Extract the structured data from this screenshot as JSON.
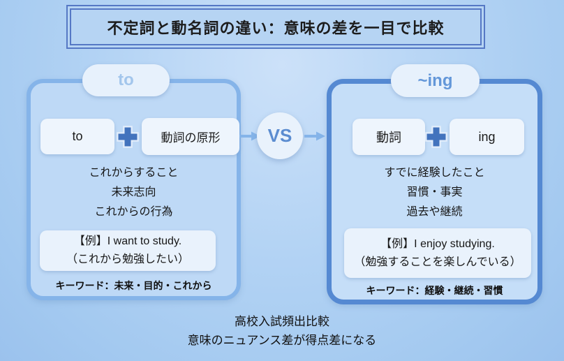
{
  "title": "不定詞と動名詞の違い：意味の差を一目で比較",
  "vs_label": "VS",
  "left_panel": {
    "tab": "to",
    "formula": {
      "part1": "to",
      "part2": "動詞の原形"
    },
    "description_lines": [
      "これからすること",
      "未来志向",
      "これからの行為"
    ],
    "example_lines": [
      "【例】I want to study.",
      "（これから勉強したい）"
    ],
    "keywords": "キーワード：未来・目的・これから"
  },
  "right_panel": {
    "tab": "~ing",
    "formula": {
      "part1": "動詞",
      "part2": "ing"
    },
    "description_lines": [
      "すでに経験したこと",
      "習慣・事実",
      "過去や継続"
    ],
    "example_lines": [
      "【例】I enjoy studying.",
      "（勉強することを楽しんでいる）"
    ],
    "keywords": "キーワード：経験・継続・習慣"
  },
  "footer_lines": [
    "高校入試頻出比較",
    "意味のニュアンス差が得点差になる"
  ],
  "colors": {
    "background": "#aecff3",
    "title_border": "#5578c5",
    "left_panel_border": "#85b4e9",
    "right_panel_border": "#5589d2",
    "tab_text_left": "#a3c6ec",
    "tab_text_right": "#6397d9",
    "plus_icon": "#4273bd",
    "arrow": "#85b4e9",
    "vs_text": "#5b8cd0"
  }
}
